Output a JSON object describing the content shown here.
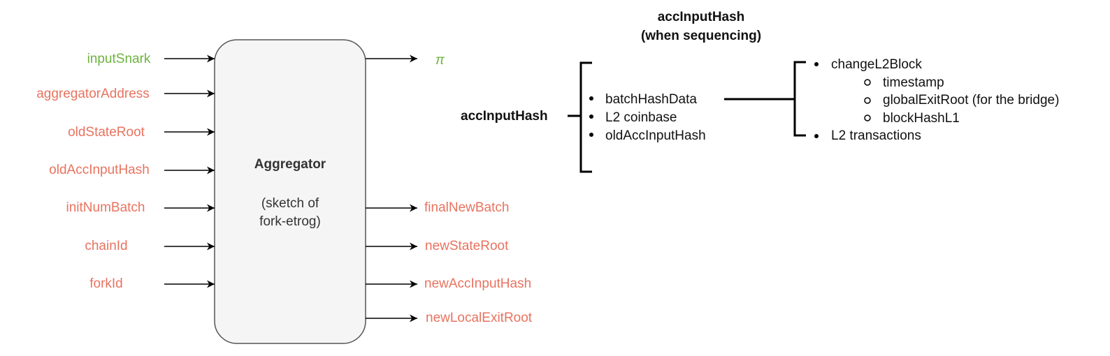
{
  "colors": {
    "input_label": "#e8735f",
    "highlight_label": "#6db33f",
    "box_fill": "#f5f5f5",
    "box_stroke": "#555555",
    "line": "#000000"
  },
  "aggregator": {
    "title": "Aggregator",
    "subtitle_line1": "(sketch of",
    "subtitle_line2": "fork-etrog)",
    "inputs": [
      "inputSnark",
      "aggregatorAddress",
      "oldStateRoot",
      "oldAccInputHash",
      "initNumBatch",
      "chainId",
      "forkId"
    ],
    "outputs": [
      "π",
      "finalNewBatch",
      "newStateRoot",
      "newAccInputHash",
      "newLocalExitRoot"
    ]
  },
  "acc_input_hash": {
    "heading_line1": "accInputHash",
    "heading_line2": "(when sequencing)",
    "root_label": "accInputHash",
    "components": [
      "batchHashData",
      "L2 coinbase",
      "oldAccInputHash"
    ],
    "batch_items": {
      "change_block": "changeL2Block",
      "change_block_fields": [
        "timestamp",
        "globalExitRoot (for the bridge)",
        "blockHashL1"
      ],
      "transactions": "L2 transactions"
    }
  }
}
